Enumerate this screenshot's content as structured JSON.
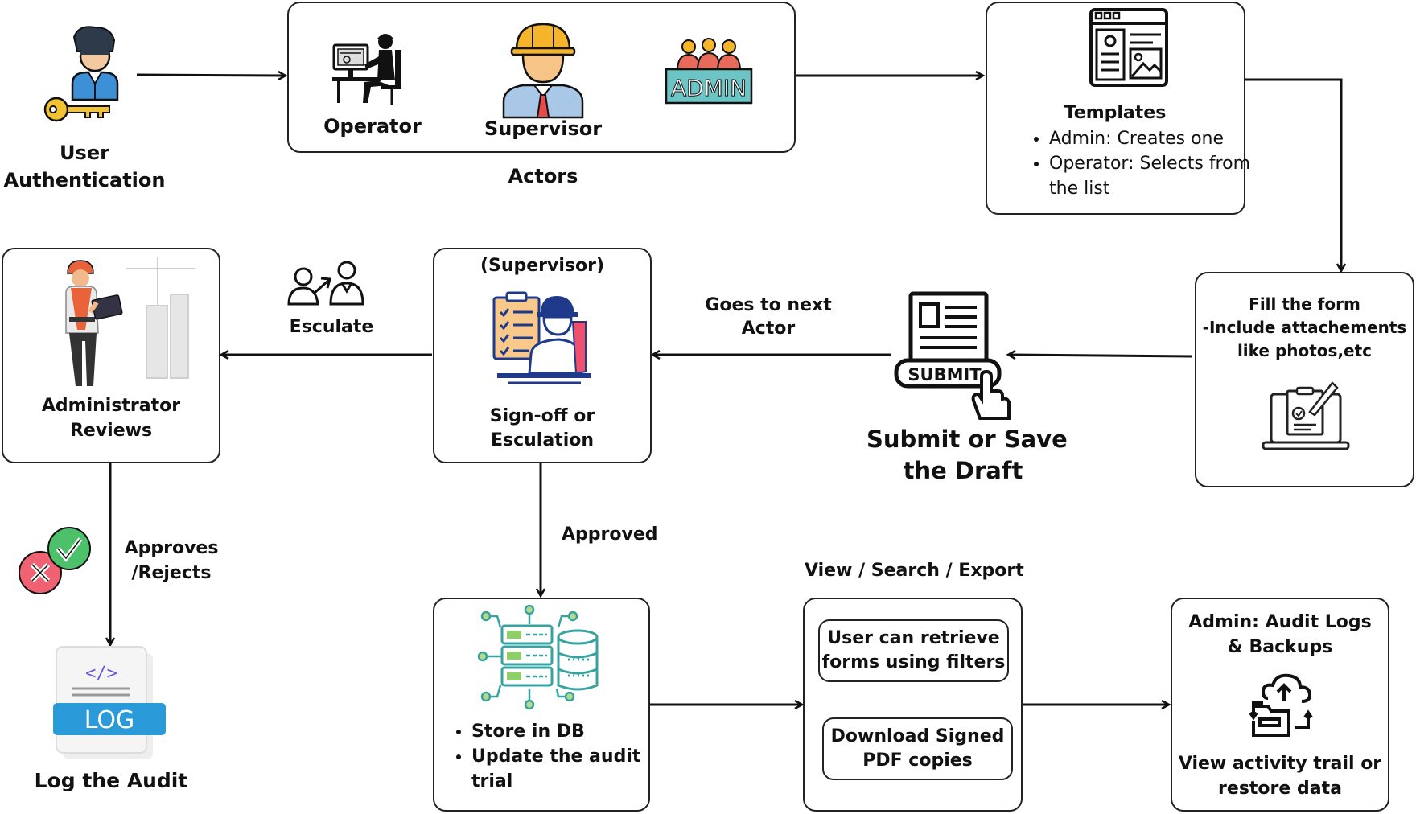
{
  "auth": {
    "label_line1": "User",
    "label_line2": "Authentication"
  },
  "actors": {
    "caption": "Actors",
    "operator": "Operator",
    "supervisor": "Supervisor",
    "admin_badge": "ADMIN"
  },
  "templates": {
    "title": "Templates",
    "bullets": [
      "Admin: Creates one",
      "Operator: Selects from the list"
    ]
  },
  "fill_form": {
    "line1": "Fill the form",
    "line2": "-Include attachements",
    "line3": "like photos,etc"
  },
  "submit": {
    "badge": "SUBMIT",
    "label_line1": "Submit or Save",
    "label_line2": "the Draft",
    "edge_label_line1": "Goes to next",
    "edge_label_line2": "Actor"
  },
  "signoff": {
    "header": "(Supervisor)",
    "line1": "Sign-off or",
    "line2": "Esculation",
    "edge_label": "Esculate"
  },
  "admin_review": {
    "line1": "Administrator",
    "line2": "Reviews",
    "edge_label_line1": "Approves",
    "edge_label_line2": "/Rejects"
  },
  "log": {
    "badge": "LOG",
    "label": "Log the Audit"
  },
  "store": {
    "edge_label": "Approved",
    "bullets": [
      "Store in DB",
      "Update the audit trial"
    ]
  },
  "view": {
    "caption": "View / Search / Export",
    "retrieve": "User can retrieve forms using filters",
    "download": "Download Signed PDF copies"
  },
  "audit": {
    "title_line1": "Admin: Audit Logs",
    "title_line2": "& Backups",
    "footer_line1": "View activity trail or",
    "footer_line2": "restore data"
  }
}
